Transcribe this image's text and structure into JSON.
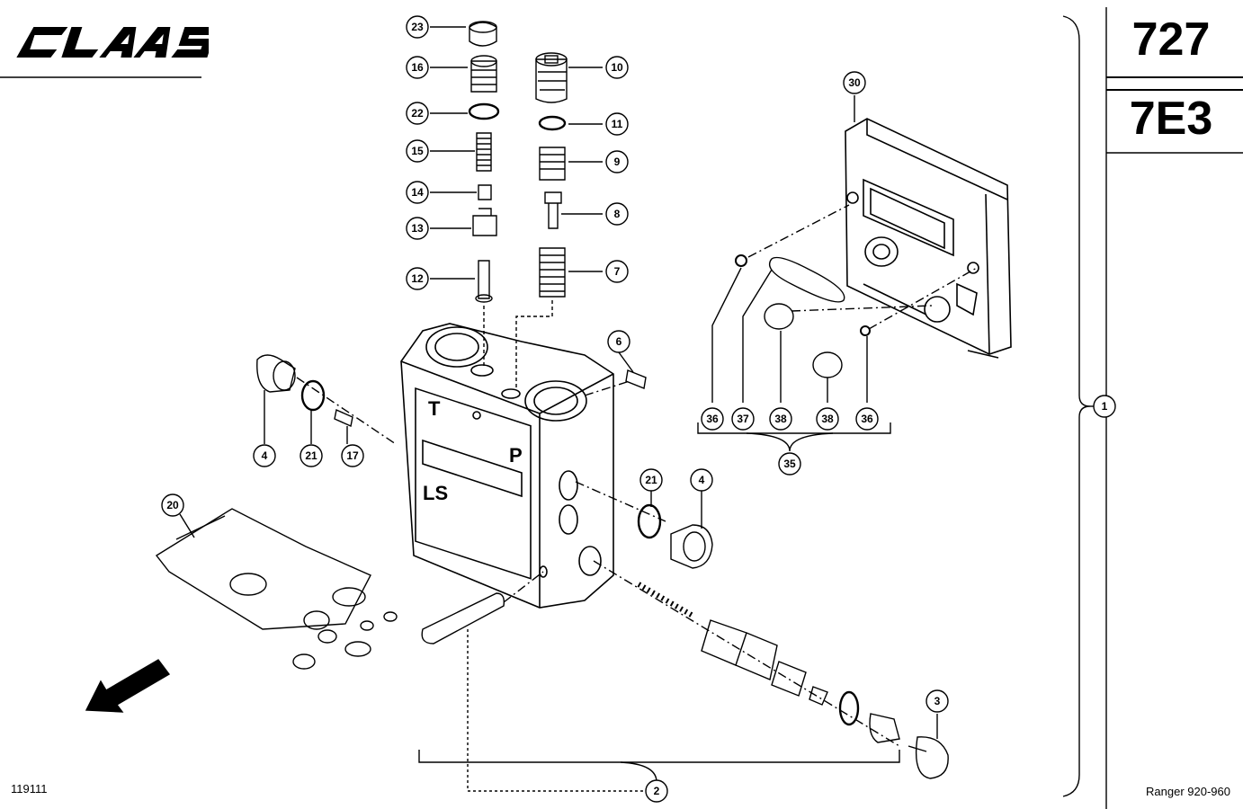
{
  "brand": {
    "logo_text": "CLAAS"
  },
  "header": {
    "page_number": "727",
    "section_code": "7E3"
  },
  "footer": {
    "drawing_number": "119111",
    "model": "Ranger 920-960"
  },
  "block_labels": {
    "t": "T",
    "p": "P",
    "ls": "LS"
  },
  "callouts": [
    {
      "id": "c23",
      "label": "23"
    },
    {
      "id": "c16",
      "label": "16"
    },
    {
      "id": "c22",
      "label": "22"
    },
    {
      "id": "c15",
      "label": "15"
    },
    {
      "id": "c14",
      "label": "14"
    },
    {
      "id": "c13",
      "label": "13"
    },
    {
      "id": "c12",
      "label": "12"
    },
    {
      "id": "c10",
      "label": "10"
    },
    {
      "id": "c11",
      "label": "11"
    },
    {
      "id": "c9",
      "label": "9"
    },
    {
      "id": "c8",
      "label": "8"
    },
    {
      "id": "c7",
      "label": "7"
    },
    {
      "id": "c6",
      "label": "6"
    },
    {
      "id": "c4a",
      "label": "4"
    },
    {
      "id": "c21a",
      "label": "21"
    },
    {
      "id": "c17",
      "label": "17"
    },
    {
      "id": "c20",
      "label": "20"
    },
    {
      "id": "c21b",
      "label": "21"
    },
    {
      "id": "c4b",
      "label": "4"
    },
    {
      "id": "c3",
      "label": "3"
    },
    {
      "id": "c2",
      "label": "2"
    },
    {
      "id": "c30",
      "label": "30"
    },
    {
      "id": "c36a",
      "label": "36"
    },
    {
      "id": "c37",
      "label": "37"
    },
    {
      "id": "c38a",
      "label": "38"
    },
    {
      "id": "c38b",
      "label": "38"
    },
    {
      "id": "c36b",
      "label": "36"
    },
    {
      "id": "c35",
      "label": "35"
    },
    {
      "id": "c1",
      "label": "1"
    }
  ]
}
